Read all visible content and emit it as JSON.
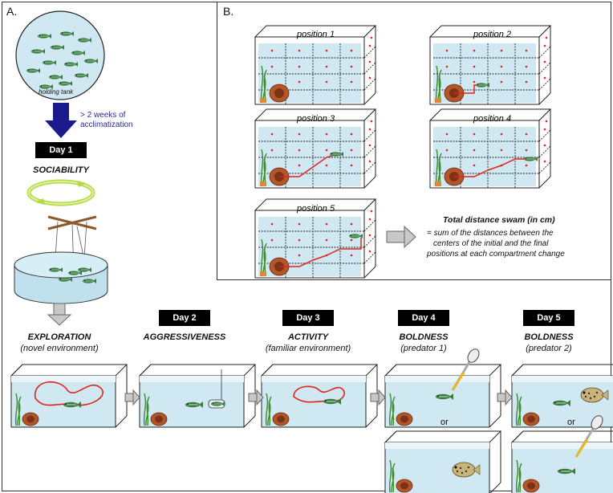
{
  "panel_a": {
    "label": "A."
  },
  "panel_b": {
    "label": "B."
  },
  "holding_tank": {
    "label": "holding tank"
  },
  "acclimatization": {
    "line1": "> 2 weeks of",
    "line2": "acclimatization"
  },
  "days": [
    {
      "label": "Day 1",
      "phase": "SOCIABILITY",
      "sub": ""
    },
    {
      "label": "Day 2",
      "phase": "AGGRESSIVENESS",
      "sub": ""
    },
    {
      "label": "Day 3",
      "phase": "ACTIVITY",
      "sub": "(familiar environment)"
    },
    {
      "label": "Day 4",
      "phase": "BOLDNESS",
      "sub": "(predator 1)"
    },
    {
      "label": "Day 5",
      "phase": "BOLDNESS",
      "sub": "(predator 2)"
    }
  ],
  "exploration": {
    "phase": "EXPLORATION",
    "sub": "(novel environment)"
  },
  "or_label": "or",
  "positions": [
    "position 1",
    "position 2",
    "position 3",
    "position 4",
    "position 5"
  ],
  "total_distance": {
    "title": "Total distance swam (in cm)",
    "line1": "= sum of the distances between the",
    "line2": "centers of the initial and the final",
    "line3": "positions at each compartment change"
  },
  "colors": {
    "water": "#cfe8f2",
    "path": "#e2231a",
    "arrow_blue": "#1a1a8c",
    "swirl": "#b6d94a",
    "pot": "#b5562a"
  }
}
